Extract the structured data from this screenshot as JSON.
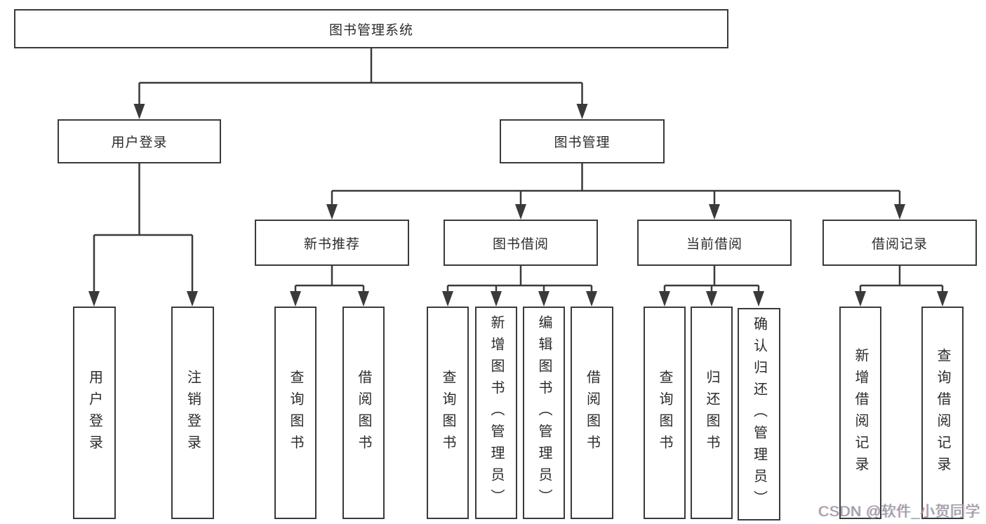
{
  "colors": {
    "line": "#3a3a3a",
    "box_border": "#3a3a3a",
    "box_fill": "#ffffff",
    "text": "#2b2b2b",
    "watermark_text": "#9b9ca3"
  },
  "watermark": {
    "text": "CSDN @软件_小贺同学"
  },
  "tree": {
    "label": "图书管理系统",
    "children": [
      {
        "label": "用户登录",
        "children": [
          {
            "label": "用户登录"
          },
          {
            "label": "注销登录"
          }
        ]
      },
      {
        "label": "图书管理",
        "children": [
          {
            "label": "新书推荐",
            "children": [
              {
                "label": "查询图书"
              },
              {
                "label": "借阅图书"
              }
            ]
          },
          {
            "label": "图书借阅",
            "children": [
              {
                "label": "查询图书"
              },
              {
                "label": "新增图书（管理员）"
              },
              {
                "label": "编辑图书（管理员）"
              },
              {
                "label": "借阅图书"
              }
            ]
          },
          {
            "label": "当前借阅",
            "children": [
              {
                "label": "查询图书"
              },
              {
                "label": "归还图书"
              },
              {
                "label": "确认归还（管理员）"
              }
            ]
          },
          {
            "label": "借阅记录",
            "children": [
              {
                "label": "新增借阅记录"
              },
              {
                "label": "查询借阅记录"
              }
            ]
          }
        ]
      }
    ]
  }
}
